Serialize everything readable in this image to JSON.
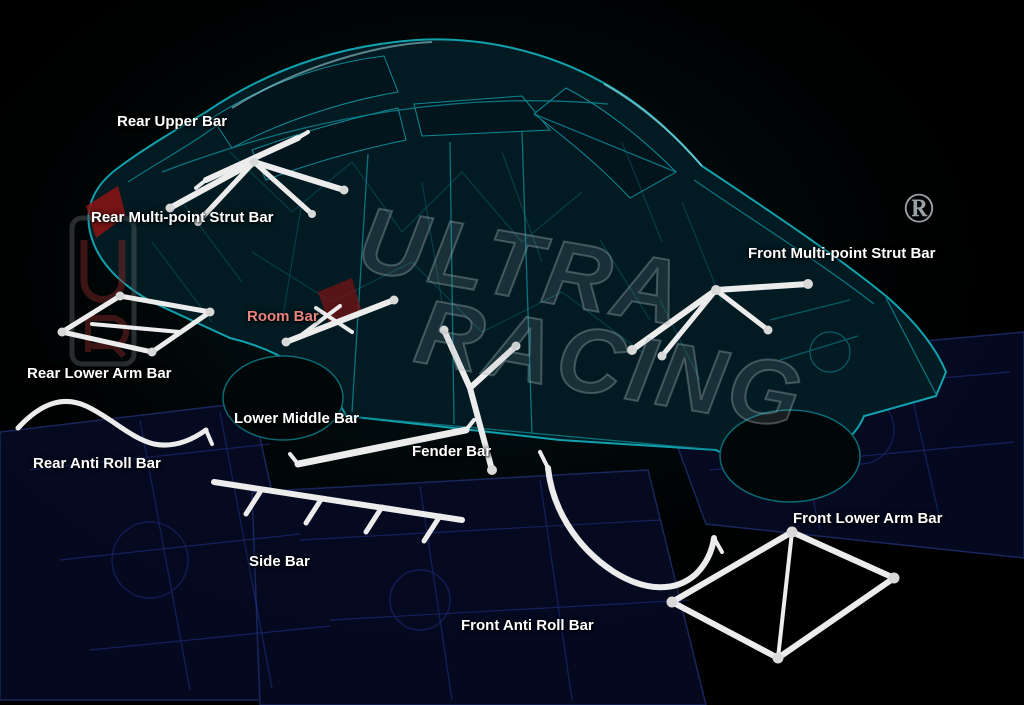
{
  "watermark": {
    "line1": "ULTRA",
    "line2": "RACING",
    "registered": "®"
  },
  "colors": {
    "background": "#000000",
    "label_default": "#ffffff",
    "label_room_bar": "#e8837e",
    "chassis_teal": "#12aab6",
    "undercarriage_blue": "#26379a",
    "bar_white": "#ececec"
  },
  "labels": [
    {
      "id": "rear-upper-bar",
      "text": "Rear Upper Bar",
      "color": "#ffffff"
    },
    {
      "id": "rear-multi-point-strut-bar",
      "text": "Rear Multi-point Strut Bar",
      "color": "#ffffff"
    },
    {
      "id": "room-bar",
      "text": "Room Bar",
      "color": "#e8837e"
    },
    {
      "id": "rear-lower-arm-bar",
      "text": "Rear Lower Arm Bar",
      "color": "#ffffff"
    },
    {
      "id": "lower-middle-bar",
      "text": "Lower Middle Bar",
      "color": "#ffffff"
    },
    {
      "id": "rear-anti-roll-bar",
      "text": "Rear Anti Roll Bar",
      "color": "#ffffff"
    },
    {
      "id": "fender-bar",
      "text": "Fender Bar",
      "color": "#ffffff"
    },
    {
      "id": "side-bar",
      "text": "Side Bar",
      "color": "#ffffff"
    },
    {
      "id": "front-anti-roll-bar",
      "text": "Front Anti Roll Bar",
      "color": "#ffffff"
    },
    {
      "id": "front-multi-point-strut-bar",
      "text": "Front Multi-point Strut Bar",
      "color": "#ffffff"
    },
    {
      "id": "front-lower-arm-bar",
      "text": "Front Lower Arm Bar",
      "color": "#ffffff"
    }
  ]
}
